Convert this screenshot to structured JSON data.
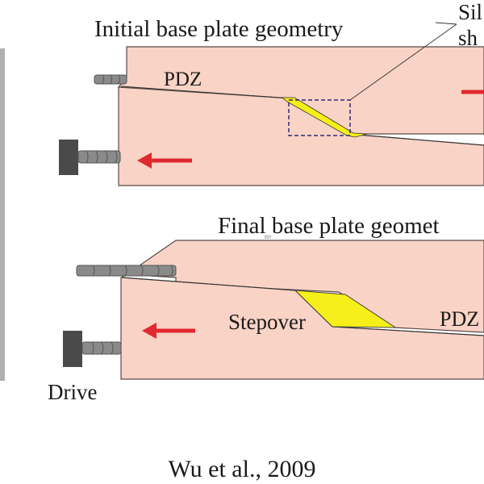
{
  "labels": {
    "initial_geometry": "Initial base plate geometry",
    "silicone_line1": "Sil",
    "silicone_line2": "sh",
    "pdz_top": "PDZ",
    "final_geometry": "Final base plate geomet",
    "tiny_mark": "BR",
    "stepover": "Stepover",
    "pdz_bottom": "PDZ",
    "drive": "Drive",
    "citation": "Wu et al., 2009"
  },
  "colors": {
    "plate_fill": "#f9d3c5",
    "plate_stroke": "#5a4a48",
    "stepover_fill": "#f6ef1a",
    "arrow": "#e0282f",
    "screw": "#8a8a8a",
    "drive_block": "#4a4a4a",
    "dashed_box": "#2e2a7a",
    "left_strip": "#6f6f6f"
  },
  "icons": [
    "red-arrow-left-icon",
    "red-arrow-right-icon",
    "drive-block-icon",
    "screw-rod-icon"
  ]
}
